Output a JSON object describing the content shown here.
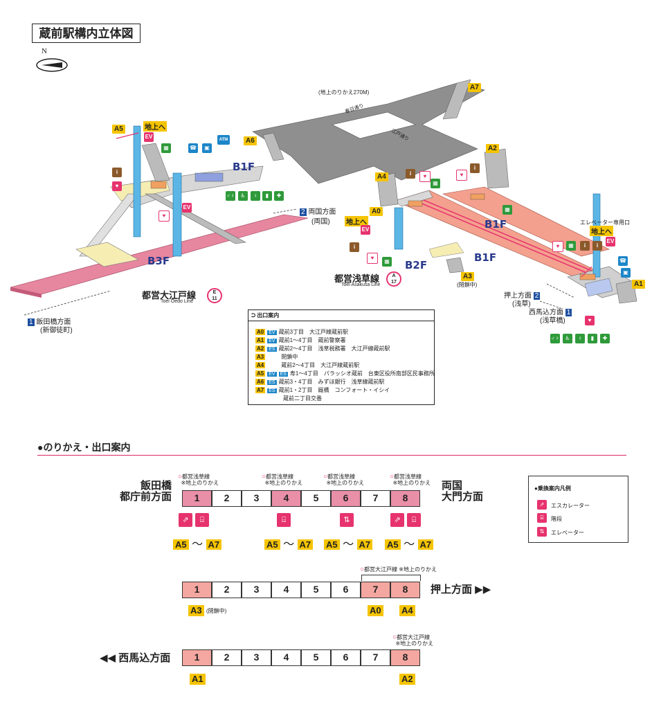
{
  "title": "蔵前駅構内立体図",
  "compass": {
    "north": "N"
  },
  "map": {
    "surface_transfer": "(地上のりかえ270M)",
    "street1": "春日通り",
    "street2": "江戸通り",
    "floors": {
      "b1f_left": "B1F",
      "b1f_right_top": "B1F",
      "b1f_right_bottom": "B1F",
      "b2f": "B2F",
      "b3f": "B3F"
    },
    "to_surface_left": "地上へ",
    "to_surface_mid": "地上へ",
    "to_surface_right": "地上へ",
    "elevator_only": "エレベーター専用口",
    "atm": "ATM",
    "line_oedo": {
      "name": "都営大江戸線",
      "en": "Toei Oedo Line",
      "code_letter": "E",
      "code_num": "11"
    },
    "line_asakusa": {
      "name": "都営浅草線",
      "en": "Toei Asakusa Line",
      "code_letter": "A",
      "code_num": "17"
    },
    "dir_iidabashi": {
      "num": "1",
      "label": "飯田橋方面",
      "sub": "(新御徒町)"
    },
    "dir_ryogoku": {
      "num": "2",
      "label": "両国方面",
      "sub": "(両国)"
    },
    "dir_oshiage": {
      "num": "2",
      "label": "押上方面",
      "sub": "(浅草)"
    },
    "dir_nishimagome": {
      "num": "1",
      "label": "西馬込方面",
      "sub": "(浅草橋)"
    },
    "a3_closed": "(閉鎖中)",
    "exit_tags": [
      "A0",
      "A1",
      "A2",
      "A3",
      "A4",
      "A5",
      "A6",
      "A7"
    ]
  },
  "exit_guide": {
    "header": "出口案内",
    "rows": [
      {
        "tag": "A0",
        "marks": [
          "EV"
        ],
        "text": "蔵前3丁目　大江戸線蔵前駅"
      },
      {
        "tag": "A1",
        "marks": [
          "EV"
        ],
        "text": "蔵前1～4丁目　蔵前警察署"
      },
      {
        "tag": "A2",
        "marks": [
          "ES"
        ],
        "text": "蔵前2～4丁目　浅草税務署　大江戸線蔵前駅"
      },
      {
        "tag": "A3",
        "marks": [],
        "text": "閉鎖中"
      },
      {
        "tag": "A4",
        "marks": [],
        "text": "蔵前2～4丁目　大江戸線蔵前駅"
      },
      {
        "tag": "A5",
        "marks": [
          "EV",
          "ES"
        ],
        "text": "寿1～4丁目　パラッシオ蔵前　台東区役所南部区民事務所"
      },
      {
        "tag": "A6",
        "marks": [
          "ES"
        ],
        "text": "蔵前3・4丁目　みずほ銀行　浅草線蔵前駅"
      },
      {
        "tag": "A7",
        "marks": [
          "ES"
        ],
        "text": "蔵前1・2丁目　厩橋　コンフォート・イシイ"
      },
      {
        "tag": "",
        "marks": [],
        "text": "蔵前二丁目交番"
      }
    ]
  },
  "transfer_section": {
    "title": "●のりかえ・出口案内",
    "train1": {
      "left_label": "飯田橋\n都庁前方面",
      "right_label": "両国\n大門方面",
      "cars": [
        "1",
        "2",
        "3",
        "4",
        "5",
        "6",
        "7",
        "8"
      ],
      "notes": [
        {
          "car": 1,
          "line1": "都営浅草線",
          "line2": "※地上のりかえ"
        },
        {
          "car": 4,
          "line1": "都営浅草線",
          "line2": "※地上のりかえ"
        },
        {
          "car": 6,
          "line1": "都営浅草線",
          "line2": "※地上のりかえ"
        },
        {
          "car": 8,
          "line1": "都営浅草線",
          "line2": "※地上のりかえ"
        }
      ],
      "exits": [
        "A5",
        "～",
        "A7"
      ]
    },
    "train2": {
      "right_label": "押上方面",
      "cars": [
        "1",
        "2",
        "3",
        "4",
        "5",
        "6",
        "7",
        "8"
      ],
      "note": {
        "line1": "都営大江戸線 ※地上のりかえ"
      },
      "exit_a3": "A3",
      "exit_a3_note": "(閉鎖中)",
      "exit_a0": "A0",
      "exit_a4": "A4"
    },
    "train3": {
      "left_label": "西馬込方面",
      "cars": [
        "1",
        "2",
        "3",
        "4",
        "5",
        "6",
        "7",
        "8"
      ],
      "note": {
        "line1": "都営大江戸線",
        "line2": "※地上のりかえ"
      },
      "exit_a1": "A1",
      "exit_a2": "A2"
    },
    "legend": {
      "title": "●乗換案内凡例",
      "items": [
        "エスカレーター",
        "階段",
        "エレベーター"
      ]
    }
  },
  "colors": {
    "accent": "#e6336e",
    "exit_yellow": "#f5c400",
    "floor_blue": "#2a3a8c",
    "car_pink": "#f4a7a0"
  }
}
